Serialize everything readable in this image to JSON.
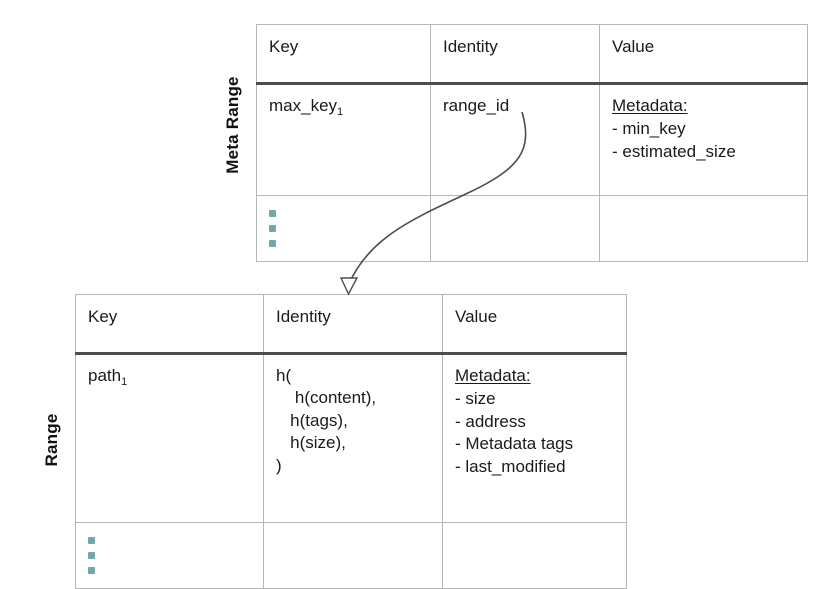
{
  "diagram": {
    "title_labels": {
      "meta_range": "Meta Range",
      "range": "Range"
    },
    "columns": [
      "Key",
      "Identity",
      "Value"
    ],
    "accent_colors": {
      "dots": "#72a7ac",
      "header_rule": "#4d4d4d",
      "grid": "#b6b6b6",
      "arrow": "#4d4d4d"
    }
  },
  "meta_range_table": {
    "headers": {
      "key": "Key",
      "identity": "Identity",
      "value": "Value"
    },
    "row": {
      "key_text": "max_key",
      "key_sub": "1",
      "identity": "range_id",
      "value_title": "Metadata:",
      "value_items": [
        "- min_key",
        "- estimated_size"
      ]
    },
    "more_row": {
      "ellipsis": "vertical-ellipsis"
    }
  },
  "range_table": {
    "headers": {
      "key": "Key",
      "identity": "Identity",
      "value": "Value"
    },
    "row": {
      "key_text": "path",
      "key_sub": "1",
      "identity": "h(\n    h(content),\n   h(tags),\n   h(size),\n)",
      "value_title": "Metadata:",
      "value_items": [
        "- size",
        "- address",
        "- Metadata tags",
        "- last_modified"
      ]
    },
    "more_row": {
      "ellipsis": "vertical-ellipsis"
    }
  },
  "connector": {
    "label": "range_id-points-to-range-table",
    "from": "range_id",
    "to": "Range table"
  }
}
